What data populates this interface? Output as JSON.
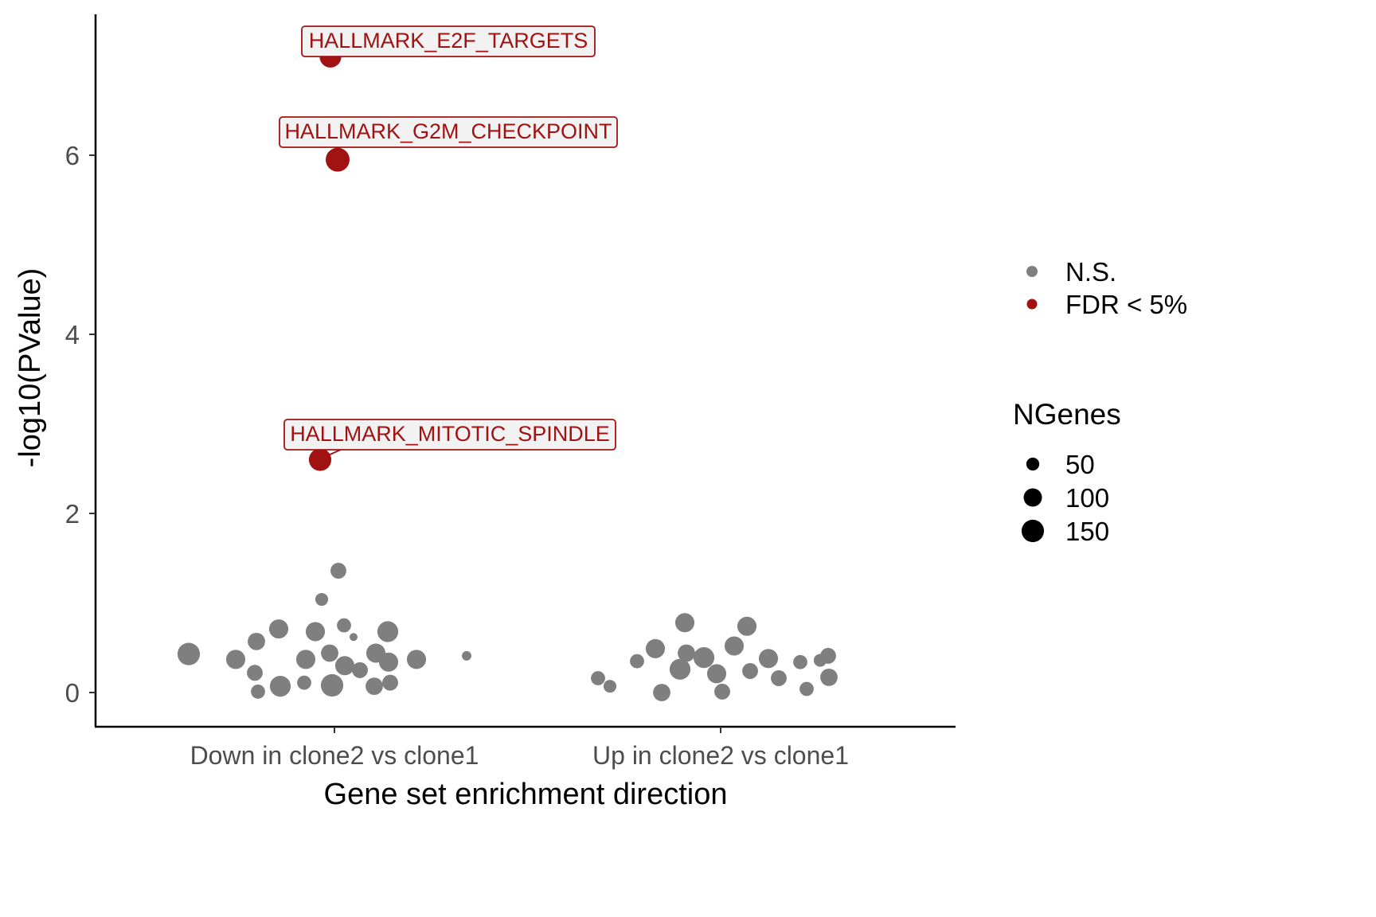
{
  "chart_data": {
    "type": "scatter",
    "title": "",
    "xlabel": "Gene set enrichment direction",
    "ylabel": "-log10(PValue)",
    "categories": [
      "Down in clone2 vs clone1",
      "Up in clone2 vs clone1"
    ],
    "yticks": [
      0,
      2,
      4,
      6
    ],
    "ylim": [
      -0.35,
      7.4
    ],
    "grid": "off",
    "colors": {
      "ns": "#7f7f7f",
      "sig": "#a11212"
    },
    "legend": {
      "position": "right",
      "entries": [
        {
          "label": "N.S.",
          "color": "#7f7f7f"
        },
        {
          "label": "FDR < 5%",
          "color": "#a11212"
        }
      ],
      "size_title": "NGenes",
      "sizes": [
        50,
        100,
        150
      ]
    },
    "sig_points": [
      {
        "label": "HALLMARK_E2F_TARGETS",
        "group": 0,
        "dx": -5,
        "y": 7.1,
        "n": 140
      },
      {
        "label": "HALLMARK_G2M_CHECKPOINT",
        "group": 0,
        "dx": 4,
        "y": 5.95,
        "n": 170
      },
      {
        "label": "HALLMARK_MITOTIC_SPINDLE",
        "group": 0,
        "dx": -18,
        "y": 2.6,
        "n": 150
      }
    ],
    "ns_points": [
      {
        "group": 0,
        "dx": -183,
        "y": 0.43,
        "n": 150
      },
      {
        "group": 0,
        "dx": -124,
        "y": 0.37,
        "n": 110
      },
      {
        "group": 0,
        "dx": -100,
        "y": 0.22,
        "n": 75
      },
      {
        "group": 0,
        "dx": -98,
        "y": 0.57,
        "n": 90
      },
      {
        "group": 0,
        "dx": -96,
        "y": 0.01,
        "n": 60
      },
      {
        "group": 0,
        "dx": -70,
        "y": 0.71,
        "n": 110
      },
      {
        "group": 0,
        "dx": -68,
        "y": 0.07,
        "n": 130
      },
      {
        "group": 0,
        "dx": -38,
        "y": 0.11,
        "n": 60
      },
      {
        "group": 0,
        "dx": -36,
        "y": 0.37,
        "n": 110
      },
      {
        "group": 0,
        "dx": -24,
        "y": 0.68,
        "n": 110
      },
      {
        "group": 0,
        "dx": -16,
        "y": 1.04,
        "n": 49
      },
      {
        "group": 0,
        "dx": -6,
        "y": 0.44,
        "n": 90
      },
      {
        "group": 0,
        "dx": -3,
        "y": 0.08,
        "n": 150
      },
      {
        "group": 0,
        "dx": 5,
        "y": 1.36,
        "n": 75
      },
      {
        "group": 0,
        "dx": 12,
        "y": 0.75,
        "n": 60
      },
      {
        "group": 0,
        "dx": 13,
        "y": 0.3,
        "n": 110
      },
      {
        "group": 0,
        "dx": 24,
        "y": 0.62,
        "n": 19
      },
      {
        "group": 0,
        "dx": 32,
        "y": 0.25,
        "n": 75
      },
      {
        "group": 0,
        "dx": 50,
        "y": 0.07,
        "n": 90
      },
      {
        "group": 0,
        "dx": 52,
        "y": 0.44,
        "n": 110
      },
      {
        "group": 0,
        "dx": 67,
        "y": 0.68,
        "n": 130
      },
      {
        "group": 0,
        "dx": 68,
        "y": 0.34,
        "n": 110
      },
      {
        "group": 0,
        "dx": 70,
        "y": 0.11,
        "n": 75
      },
      {
        "group": 0,
        "dx": 103,
        "y": 0.37,
        "n": 110
      },
      {
        "group": 0,
        "dx": 166,
        "y": 0.41,
        "n": 27
      },
      {
        "group": 1,
        "dx": -154,
        "y": 0.16,
        "n": 60
      },
      {
        "group": 1,
        "dx": -139,
        "y": 0.07,
        "n": 49
      },
      {
        "group": 1,
        "dx": -105,
        "y": 0.35,
        "n": 60
      },
      {
        "group": 1,
        "dx": -82,
        "y": 0.49,
        "n": 110
      },
      {
        "group": 1,
        "dx": -74,
        "y": 0.0,
        "n": 90
      },
      {
        "group": 1,
        "dx": -51,
        "y": 0.26,
        "n": 130
      },
      {
        "group": 1,
        "dx": -45,
        "y": 0.78,
        "n": 110
      },
      {
        "group": 1,
        "dx": -43,
        "y": 0.44,
        "n": 90
      },
      {
        "group": 1,
        "dx": -21,
        "y": 0.39,
        "n": 130
      },
      {
        "group": 1,
        "dx": -5,
        "y": 0.21,
        "n": 110
      },
      {
        "group": 1,
        "dx": 2,
        "y": 0.01,
        "n": 75
      },
      {
        "group": 1,
        "dx": 17,
        "y": 0.52,
        "n": 110
      },
      {
        "group": 1,
        "dx": 33,
        "y": 0.74,
        "n": 110
      },
      {
        "group": 1,
        "dx": 37,
        "y": 0.24,
        "n": 75
      },
      {
        "group": 1,
        "dx": 60,
        "y": 0.38,
        "n": 110
      },
      {
        "group": 1,
        "dx": 73,
        "y": 0.16,
        "n": 75
      },
      {
        "group": 1,
        "dx": 100,
        "y": 0.34,
        "n": 60
      },
      {
        "group": 1,
        "dx": 108,
        "y": 0.04,
        "n": 60
      },
      {
        "group": 1,
        "dx": 125,
        "y": 0.36,
        "n": 49
      },
      {
        "group": 1,
        "dx": 135,
        "y": 0.41,
        "n": 75
      },
      {
        "group": 1,
        "dx": 136,
        "y": 0.17,
        "n": 90
      }
    ]
  }
}
